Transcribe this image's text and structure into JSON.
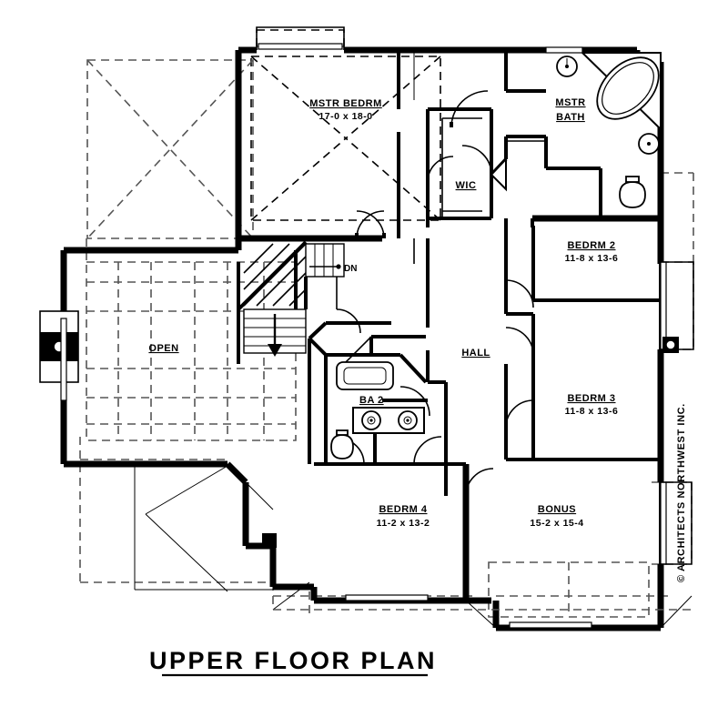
{
  "document": {
    "title": "UPPER FLOOR PLAN",
    "copyright": "© ARCHITECTS NORTHWEST INC.",
    "drawing_type": "architectural-floor-plan"
  },
  "rooms": [
    {
      "id": "mstr-bedrm",
      "name": "MSTR BEDRM",
      "dims": "17-0 x 18-0"
    },
    {
      "id": "mstr-bath",
      "name": "MSTR BATH",
      "dims": ""
    },
    {
      "id": "wic",
      "name": "WIC",
      "dims": ""
    },
    {
      "id": "bedrm-2",
      "name": "BEDRM 2",
      "dims": "11-8 x 13-6"
    },
    {
      "id": "bedrm-3",
      "name": "BEDRM 3",
      "dims": "11-8 x 13-6"
    },
    {
      "id": "bedrm-4",
      "name": "BEDRM 4",
      "dims": "11-2 x 13-2"
    },
    {
      "id": "bonus",
      "name": "BONUS",
      "dims": "15-2 x 15-4"
    },
    {
      "id": "hall",
      "name": "HALL",
      "dims": ""
    },
    {
      "id": "ba-2",
      "name": "BA 2",
      "dims": ""
    },
    {
      "id": "open",
      "name": "OPEN",
      "dims": ""
    }
  ],
  "annotations": {
    "stair_direction": "DN"
  },
  "labels": {
    "mstr_bedrm_name": "MSTR BEDRM",
    "mstr_bedrm_dims": "17-0 x 18-0",
    "mstr_bath_line1": "MSTR",
    "mstr_bath_line2": "BATH",
    "wic": "WIC",
    "bedrm2_name": "BEDRM 2",
    "bedrm2_dims": "11-8 x 13-6",
    "bedrm3_name": "BEDRM 3",
    "bedrm3_dims": "11-8 x 13-6",
    "bedrm4_name": "BEDRM 4",
    "bedrm4_dims": "11-2 x 13-2",
    "bonus_name": "BONUS",
    "bonus_dims": "15-2 x 15-4",
    "hall": "HALL",
    "ba2": "BA 2",
    "open": "OPEN",
    "dn": "DN"
  },
  "colors": {
    "wall": "#000000",
    "background": "#ffffff",
    "hidden_line": "#555555"
  }
}
